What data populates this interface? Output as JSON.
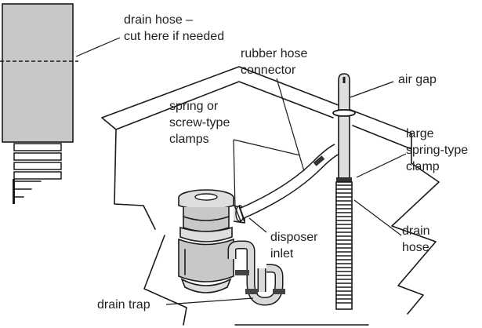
{
  "labels": {
    "drain_hose_cut_1": "drain hose –",
    "drain_hose_cut_2": "cut here if needed",
    "rubber_connector_1": "rubber hose",
    "rubber_connector_2": "connector",
    "air_gap": "air gap",
    "clamps_1": "spring or",
    "clamps_2": "screw-type",
    "clamps_3": "clamps",
    "large_clamp_1": "large",
    "large_clamp_2": "spring-type",
    "large_clamp_3": "clamp",
    "drain_hose_1": "drain",
    "drain_hose_2": "hose",
    "disposer_inlet_1": "disposer",
    "disposer_inlet_2": "inlet",
    "drain_trap": "drain trap"
  },
  "colors": {
    "ink": "#1a1a1a",
    "hose_gray": "#c8c8c8",
    "light_gray": "#dedede",
    "background": "#ffffff"
  }
}
